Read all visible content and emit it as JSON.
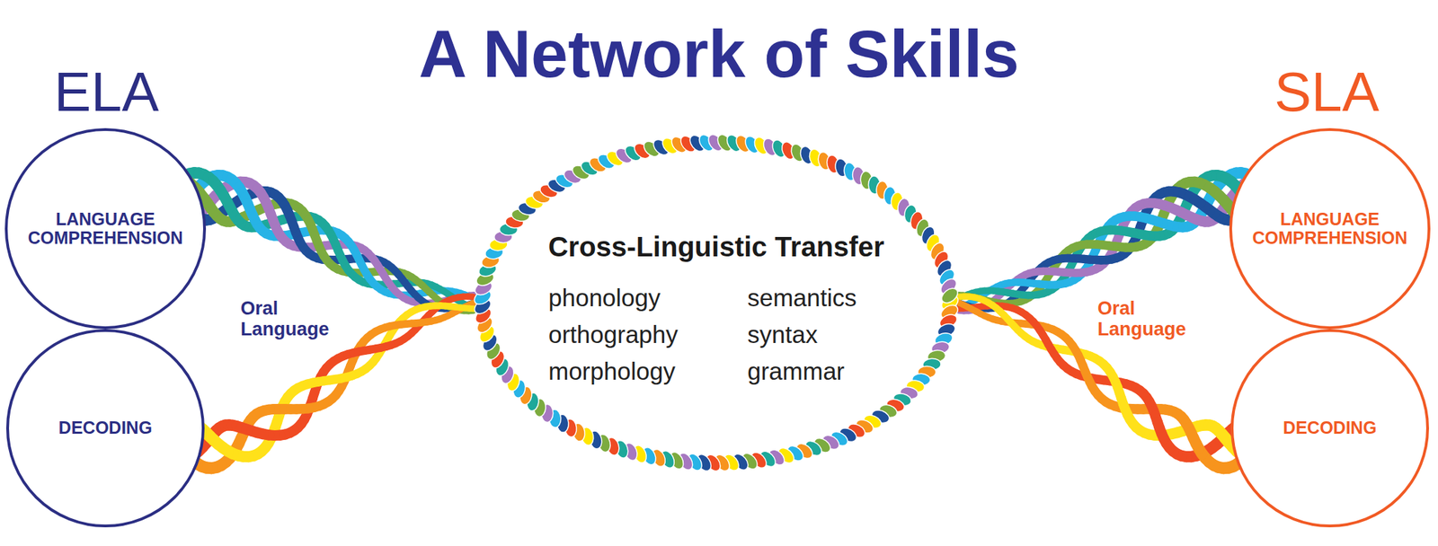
{
  "diagram": {
    "title": "A Network of Skills",
    "nodes": [
      {
        "text": [
          "LANGUAGE COMPREHENSION"
        ]
      },
      {
        "text": [
          "DECODING"
        ]
      },
      {
        "text": [
          "Cross-Linguistic Transfer",
          "phonology",
          "orthography",
          "morphology",
          "semantics",
          "syntax",
          "grammar"
        ]
      },
      {
        "text": [
          "LANGUAGE COMPREHENSION"
        ]
      },
      {
        "text": [
          "DECODING"
        ]
      }
    ],
    "edges": [
      {
        "from": 0,
        "to": 2,
        "arrow": "none"
      },
      {
        "from": 1,
        "to": 2,
        "arrow": "none"
      },
      {
        "from": 2,
        "to": 3,
        "arrow": "none"
      },
      {
        "from": 2,
        "to": 4,
        "arrow": "none"
      }
    ],
    "labels": [
      "ELA",
      "SLA",
      "Oral Language",
      "Oral Language"
    ]
  }
}
